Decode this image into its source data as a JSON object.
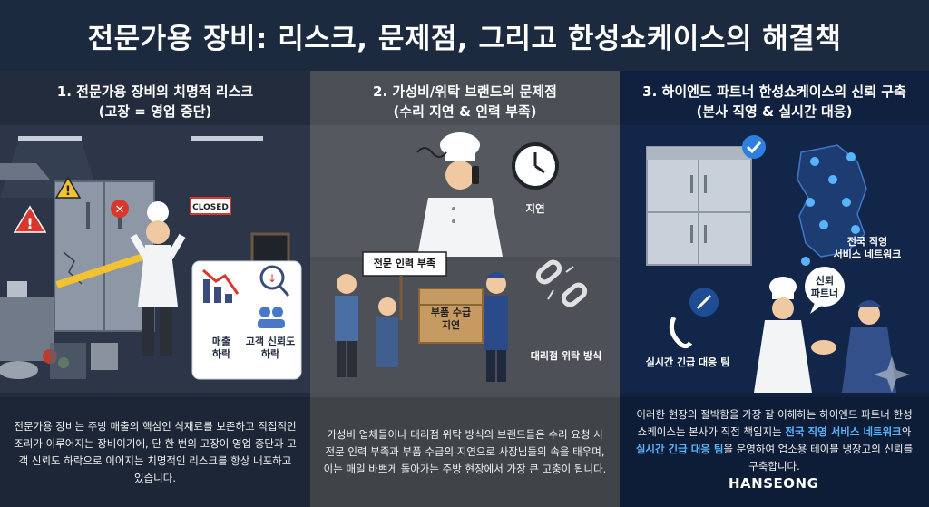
{
  "header": {
    "title": "전문가용 장비: 리스크, 문제점, 그리고 한성쇼케이스의 해결책"
  },
  "panel1": {
    "title": "1. 전문가용 장비의 치명적 리스크",
    "subtitle": "(고장 = 영업 중단)",
    "sign_closed": "CLOSED",
    "icon_sales_label": "매출\n하락",
    "icon_trust_label": "고객 신뢰도\n하락",
    "description": "전문가용 장비는 주방 매출의 핵심인 식재료를 보존하고 직접적인 조리가 이루어지는 장비이기에, 단 한 번의 고장이 영업 중단과 고객 신뢰도 하락으로 이어지는 치명적인 리스크를 항상 내포하고 있습니다."
  },
  "panel2": {
    "title": "2. 가성비/위탁 브랜드의 문제점",
    "subtitle": "(수리 지연 & 인력 부족)",
    "delay_label": "지연",
    "staff_sign": "전문 인력 부족",
    "box_label": "부품 수급\n지연",
    "agency_label": "대리점 위탁 방식",
    "description": "가성비 업체들이나 대리점 위탁 방식의 브랜드들은 수리 요청 시 전문 인력 부족과 부품 수급의 지연으로 사장님들의 속을 태우며, 이는 매일 바쁘게 돌아가는 주방 현장에서 가장 큰 고충이 됩니다."
  },
  "panel3": {
    "title": "3. 하이엔드 파트너 한성쇼케이스의 신뢰 구축",
    "subtitle": "(본사 직영 & 실시간 대응)",
    "network_label": "전국 직영\n서비스 네트워크",
    "partner_bubble": "신뢰\n파트너",
    "emergency_label": "실시간 긴급 대응 팀",
    "description_a": "이러한 현장의 절박함을 가장 잘 이해하는 하이엔드 파트너 한성쇼케이스는 본사가 직접 책임지는 ",
    "description_hl1": "전국 직영 서비스 네트워크",
    "description_b": "와 ",
    "description_hl2": "실시간 긴급 대응 팀",
    "description_c": "을 운영하여 업소용 테이블 냉장고의 신뢰를 구축합니다.",
    "brand": "HANSEONG"
  },
  "colors": {
    "accent": "#58b4ff",
    "warning": "#f2c230",
    "danger": "#d9372b"
  }
}
